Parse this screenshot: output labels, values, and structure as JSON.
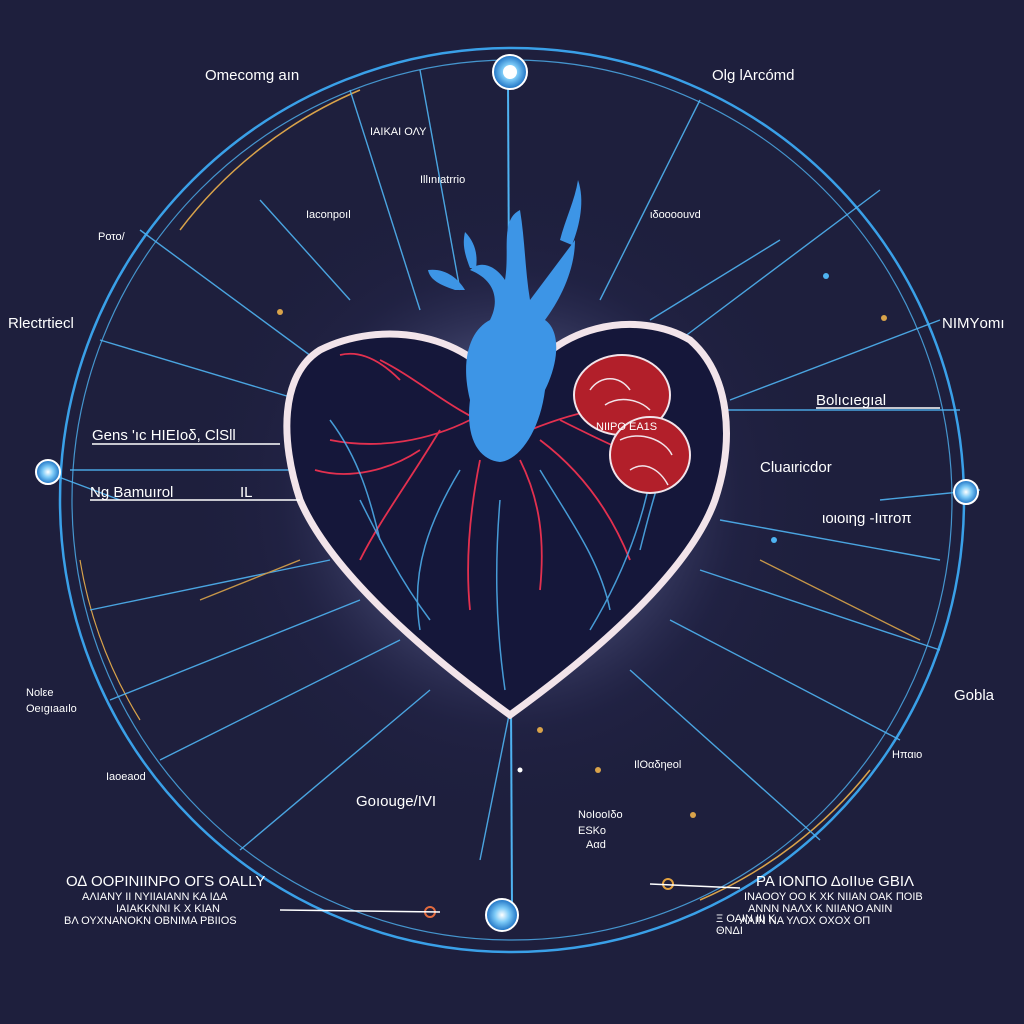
{
  "colors": {
    "background": "#1e1f3d",
    "ring": "#3aa0e8",
    "ring_accent": "#d9a34a",
    "heart_outline": "#f2e4ea",
    "heart_fill": "#15173a",
    "vessel_blue": "#3d95e6",
    "vessel_red": "#e3304f",
    "tissue_red": "#b21f2a"
  },
  "labels": {
    "top_left": "Omecomg aın",
    "top_right": "Olg lArcómd",
    "upper_left_inner": "ΙΑΙΚΑΙ ΟΛΥ",
    "upper_center": "Illınıatrrio",
    "left_mid_upper": "Ιaconpoıl",
    "right_mid_upper": "ιδoooouvd",
    "far_left_top": "Ροτο/",
    "far_left_mid": "Rlectrtiecl",
    "far_right_mid": "ΝΙΜΥomı",
    "right_inner": "Βolıcıegıal",
    "left_inner_1": "Gens 'ıc ΗΙΕΙoδ, ClSll",
    "left_inner_2": "Νg Βamuırοl",
    "left_inner_2b": "ΙL",
    "right_inner_2": "Cluaιricdor",
    "right_inner_3": "ιoιoιηg -Ιιτroπ",
    "far_left_low_1": "Νolεe",
    "far_left_low_2": "Oeıgıaaılo",
    "far_left_bottom": "Ιaoeaod",
    "far_right_low": "Gobla",
    "far_right_bottom": "Ηπαιο",
    "lower_center_left": "Goıouge/ΙVΙ",
    "lower_center_right_1": "ΙlΟαδηeol",
    "lower_center_right_2": "ΝοΙοοΙδο",
    "lower_center_right_3": "ESΚο",
    "lower_center_right_4": "Ααd",
    "bottom_left_title": "Ο∆ ΟΟΡΙΝΙΙΝΡΟ ΟΓS ΟΑLLY",
    "bottom_left_line_2": "ΑΛΙΑΝΥ ΙΙ ΝΥΙΙΑΙΑΝΝ ΚΑ ΙΔΑ",
    "bottom_left_line_3": "ΙΑΙΑΚΚΝΝΙ Κ Χ ΚΙΑΝ",
    "bottom_left_line_4": "ΒΛ ΟΥΧΝΑΝΟΚΝ ΟΒΝΙΜΑ ΡΒΙΙΟS",
    "bottom_right_title": "ΡΑ ΙΟΝΠΟ ΔοΙΙυe GΒΙΛ",
    "bottom_right_line_2": "ΙΝΑΟΟΥ ΟΟ Κ ΧΚ ΝΙΙΑΝ ΟΑΚ ΠΟΙΒ",
    "bottom_right_line_3": "ΑΝΝΝ ΝΑΛΧ Κ ΝΙΙΑΝΟ ΑΝΙΝ",
    "bottom_right_line_4": "ΛΛΙΝ ΝΑ ΥΛΟΧ ΟΧΟΧ ΟΠ",
    "bottom_right_line_5": "Ξ ΟΑΙΝ ΙΙΙ Κ",
    "bottom_right_line_6": "ΘΝΔΙ",
    "tissue_text": "ΝΙΙΡΟ ΕΑ1S"
  }
}
